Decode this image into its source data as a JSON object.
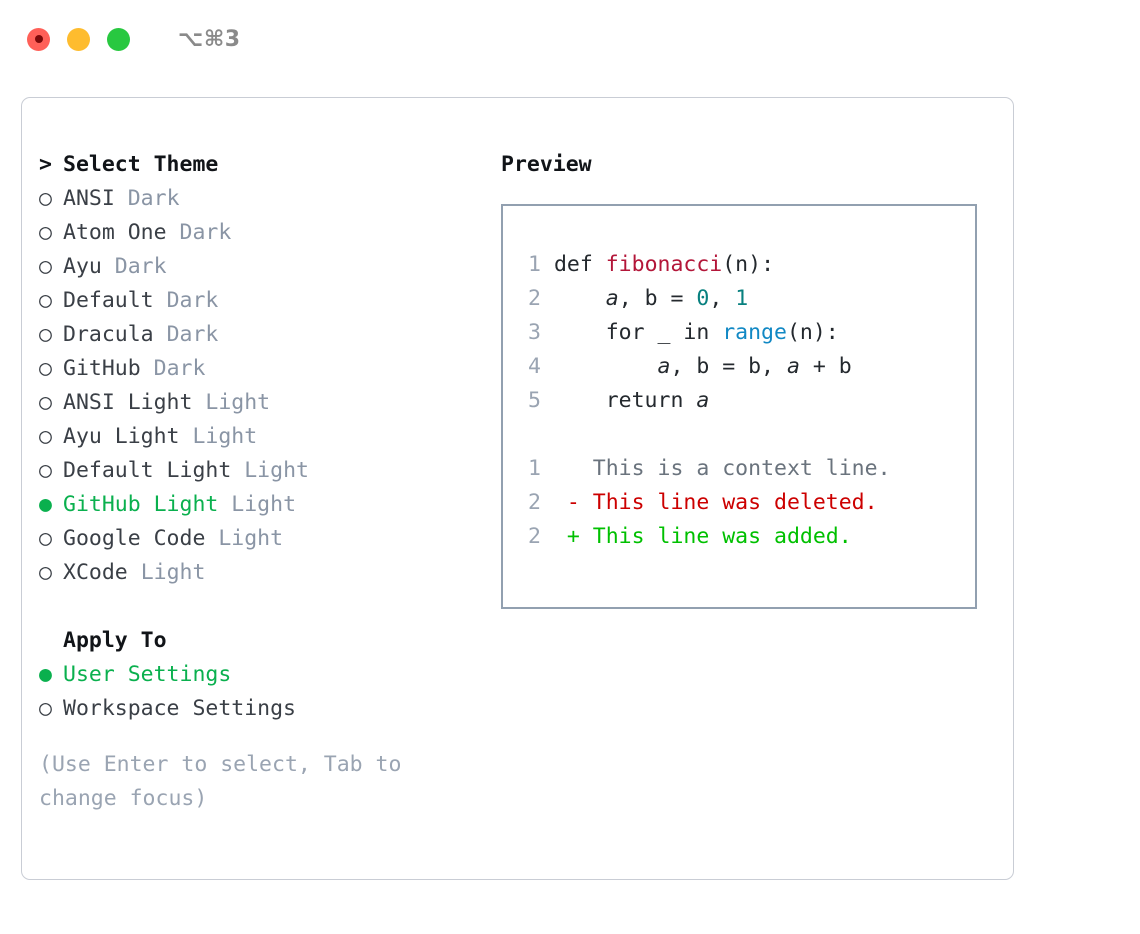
{
  "titlebar": {
    "shortcut": "⌥⌘3",
    "buttons": [
      {
        "name": "close",
        "color": "#ff6058"
      },
      {
        "name": "minimize",
        "color": "#febc2e"
      },
      {
        "name": "zoom",
        "color": "#28c840"
      }
    ]
  },
  "theme_picker": {
    "header_marker": ">",
    "header": "Select Theme",
    "marker_selected": "●",
    "marker_unselected": "○",
    "selected_color": "#0ab04e",
    "items": [
      {
        "name": "ANSI",
        "kind": "Dark",
        "selected": false
      },
      {
        "name": "Atom One",
        "kind": "Dark",
        "selected": false
      },
      {
        "name": "Ayu",
        "kind": "Dark",
        "selected": false
      },
      {
        "name": "Default",
        "kind": "Dark",
        "selected": false
      },
      {
        "name": "Dracula",
        "kind": "Dark",
        "selected": false
      },
      {
        "name": "GitHub",
        "kind": "Dark",
        "selected": false
      },
      {
        "name": "ANSI Light",
        "kind": "Light",
        "selected": false
      },
      {
        "name": "Ayu Light",
        "kind": "Light",
        "selected": false
      },
      {
        "name": "Default Light",
        "kind": "Light",
        "selected": false
      },
      {
        "name": "GitHub Light",
        "kind": "Light",
        "selected": true
      },
      {
        "name": "Google Code",
        "kind": "Light",
        "selected": false
      },
      {
        "name": "XCode",
        "kind": "Light",
        "selected": false
      }
    ]
  },
  "apply_to": {
    "label": "Apply To",
    "options": [
      {
        "name": "User Settings",
        "selected": true
      },
      {
        "name": "Workspace Settings",
        "selected": false
      }
    ]
  },
  "hint": "(Use Enter to select, Tab to change focus)",
  "preview": {
    "title": "Preview",
    "code_lines": [
      {
        "number": "1",
        "tokens": [
          {
            "text": " def ",
            "type": "plain"
          },
          {
            "text": "fibonacci",
            "type": "fn"
          },
          {
            "text": "(n):",
            "type": "plain"
          }
        ]
      },
      {
        "number": "2",
        "tokens": [
          {
            "text": "     ",
            "type": "plain"
          },
          {
            "text": "a",
            "type": "var"
          },
          {
            "text": ", b = ",
            "type": "plain"
          },
          {
            "text": "0",
            "type": "num"
          },
          {
            "text": ", ",
            "type": "plain"
          },
          {
            "text": "1",
            "type": "num"
          }
        ]
      },
      {
        "number": "3",
        "tokens": [
          {
            "text": "     for _ in ",
            "type": "plain"
          },
          {
            "text": "range",
            "type": "builtin"
          },
          {
            "text": "(n):",
            "type": "plain"
          }
        ]
      },
      {
        "number": "4",
        "tokens": [
          {
            "text": "         ",
            "type": "plain"
          },
          {
            "text": "a",
            "type": "var"
          },
          {
            "text": ", b = b, ",
            "type": "plain"
          },
          {
            "text": "a",
            "type": "var"
          },
          {
            "text": " + b",
            "type": "plain"
          }
        ]
      },
      {
        "number": "5",
        "tokens": [
          {
            "text": "     return ",
            "type": "plain"
          },
          {
            "text": "a",
            "type": "var"
          }
        ]
      }
    ],
    "diff_lines": [
      {
        "number": "1",
        "sign": " ",
        "text": "This is a context line.",
        "type": "context"
      },
      {
        "number": "2",
        "sign": "-",
        "text": "This line was deleted.",
        "type": "deleted"
      },
      {
        "number": "2",
        "sign": "+",
        "text": "This line was added.",
        "type": "added"
      }
    ],
    "colors": {
      "function": "#b31639",
      "number": "#08807f",
      "builtin": "#1188c4",
      "context": "#6a737d",
      "deleted": "#cc0000",
      "added": "#00c000",
      "line_number": "#9aa4b2"
    }
  }
}
